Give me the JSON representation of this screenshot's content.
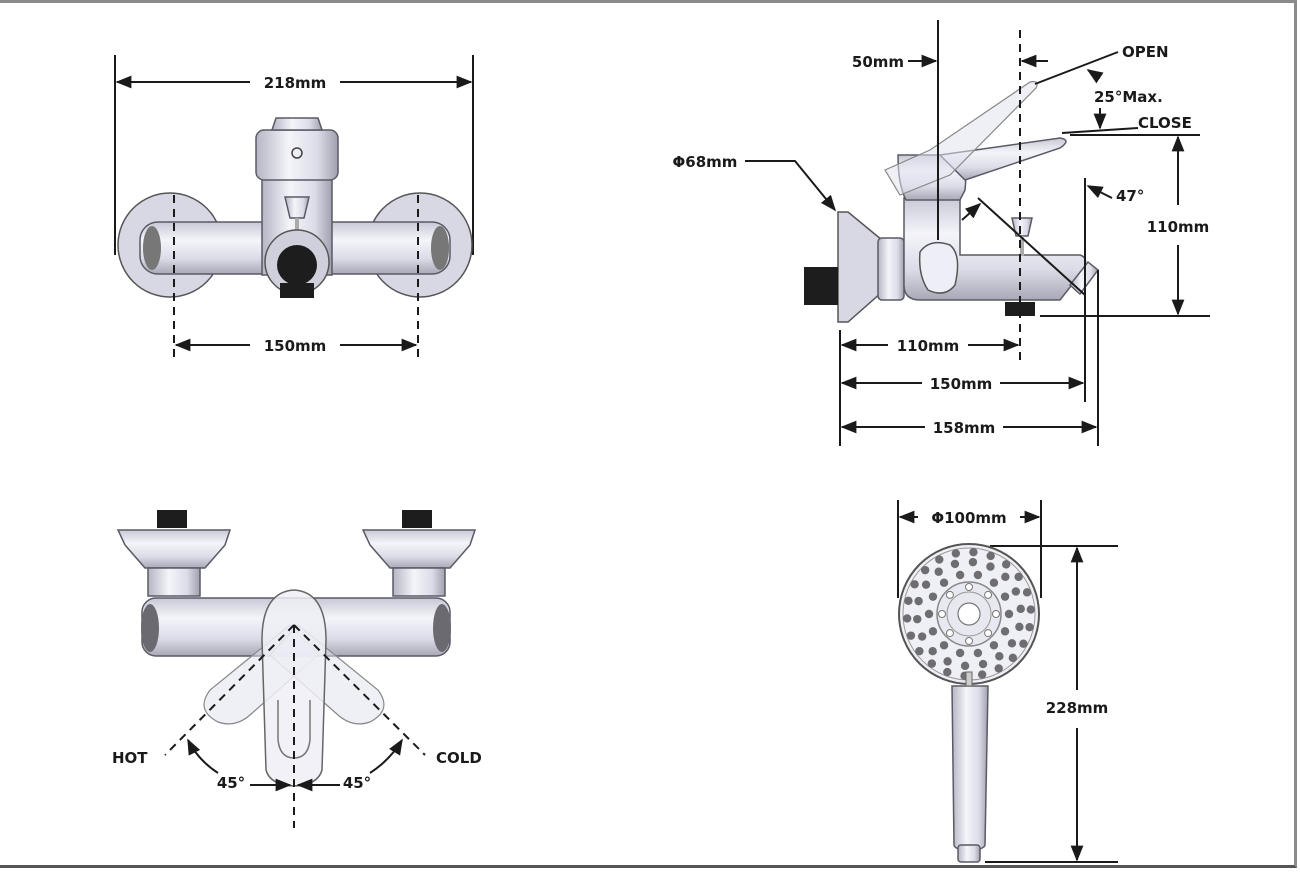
{
  "drawing": {
    "title": "Wall-mounted bath/shower mixer dimension drawing",
    "views": {
      "front": {
        "overall_width": "218mm",
        "inlet_centers": "150mm"
      },
      "side": {
        "handle_offset": "50mm",
        "flange_diameter": "Φ68mm",
        "open_label": "OPEN",
        "lever_angle": "25°Max.",
        "close_label": "CLOSE",
        "spout_angle": "47°",
        "height": "110mm",
        "depth_to_outlet": "110mm",
        "depth_to_spout": "150mm",
        "overall_depth": "158mm"
      },
      "top": {
        "hot_label": "HOT",
        "cold_label": "COLD",
        "hot_angle": "45°",
        "cold_angle": "45°"
      },
      "handshower": {
        "head_diameter": "Φ100mm",
        "length": "228mm"
      }
    }
  }
}
